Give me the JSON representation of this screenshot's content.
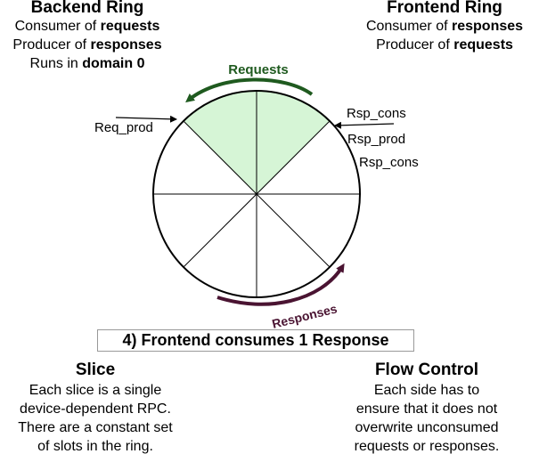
{
  "backend_ring": {
    "title": "Backend Ring",
    "line1_prefix": "Consumer of ",
    "line1_bold": "requests",
    "line2_prefix": "Producer of ",
    "line2_bold": "responses",
    "line3_prefix": "Runs in ",
    "line3_bold": "domain 0"
  },
  "frontend_ring": {
    "title": "Frontend Ring",
    "line1_prefix": "Consumer of ",
    "line1_bold": "responses",
    "line2_prefix": "Producer of ",
    "line2_bold": "requests"
  },
  "ring": {
    "requests_label": "Requests",
    "responses_label": "Responses",
    "req_prod_label": "Req_prod",
    "rsp_cons_label_1": "Rsp_cons",
    "rsp_prod_label": "Rsp_prod",
    "rsp_cons_label_2": "Rsp_cons",
    "slot_count": 8,
    "filled_slots": 2
  },
  "caption": "4) Frontend consumes 1 Response",
  "slice": {
    "title": "Slice",
    "lines": [
      "Each slice is a single",
      "device-dependent RPC.",
      "There are a constant set",
      "of slots in the ring."
    ]
  },
  "flow_control": {
    "title": "Flow Control",
    "lines": [
      "Each side has to",
      "ensure that it does not",
      "overwrite unconsumed",
      "requests or responses."
    ]
  },
  "colors": {
    "filled_slot": "#d6f5d6",
    "requests_arrow": "#1f5a1f",
    "responses_arrow": "#4a1432",
    "ring_stroke": "#000000"
  }
}
